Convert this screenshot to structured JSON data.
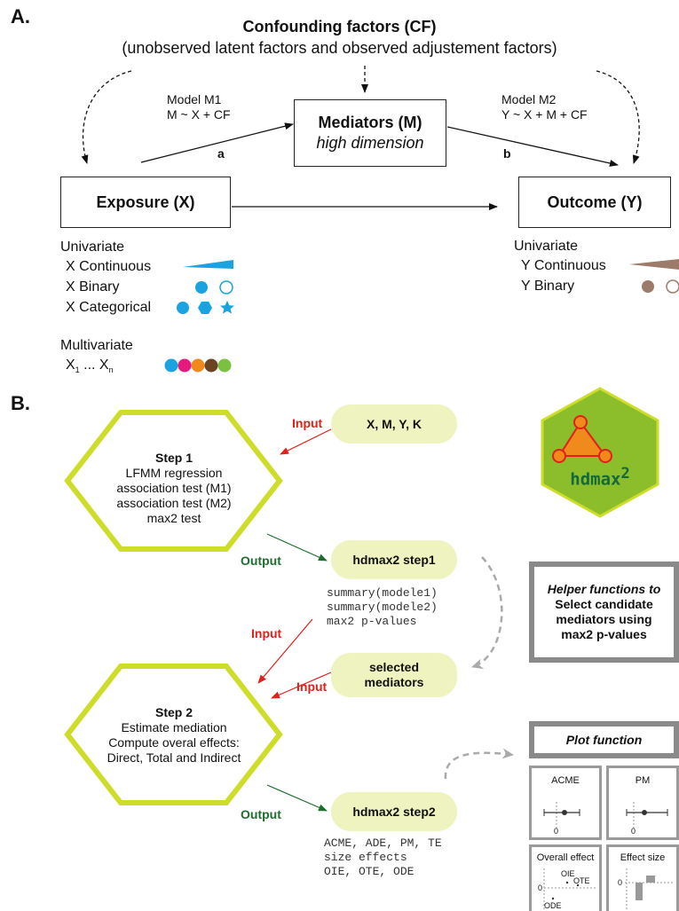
{
  "section_a": {
    "label": "A.",
    "cf_title": "Confounding factors (CF)",
    "cf_subtitle": "(unobserved latent factors and observed adjustement factors)",
    "model_m1": {
      "name": "Model M1",
      "formula": "M ~ X + CF"
    },
    "model_m2": {
      "name": "Model M2",
      "formula": "Y ~ X + M + CF"
    },
    "mediators": {
      "title": "Mediators (M)",
      "subtitle": "high dimension"
    },
    "path_a": "a",
    "path_b": "b",
    "exposure": "Exposure (X)",
    "outcome": "Outcome (Y)",
    "x_legend": {
      "univariate": "Univariate",
      "continuous": "X Continuous",
      "binary": "X Binary",
      "categorical": "X Categorical",
      "multivariate": "Multivariate",
      "x1": "X",
      "x1_sub": "1",
      "dots": " ... X",
      "xn_sub": "n",
      "x_color": "#1aa3e0",
      "multi_colors": [
        "#1aa3e0",
        "#e6197f",
        "#f08a1c",
        "#6b4423",
        "#7ac142"
      ]
    },
    "y_legend": {
      "univariate": "Univariate",
      "continuous": "Y Continuous",
      "binary": "Y Binary",
      "y_color": "#9c7b6b"
    }
  },
  "section_b": {
    "label": "B.",
    "step1": {
      "title": "Step 1",
      "lines": [
        "LFMM regression",
        "association test (M1)",
        "association test (M2)",
        "max2 test"
      ]
    },
    "step2": {
      "title": "Step 2",
      "lines": [
        "Estimate mediation",
        "Compute overal effects:",
        "Direct, Total and Indirect"
      ]
    },
    "input_pill": "X, M, Y, K",
    "step1_pill": "hdmax2 step1",
    "selected_pill_l1": "selected",
    "selected_pill_l2": "mediators",
    "step2_pill": "hdmax2 step2",
    "input_label": "Input",
    "output_label": "Output",
    "step1_outputs": "summary(modele1)\nsummary(modele2)\nmax2 p-values",
    "step2_outputs": "ACME, ADE, PM, TE\nsize effects\nOIE, OTE, ODE",
    "logo_text": "hdmax",
    "logo_sup": "2",
    "helper": {
      "line1": "Helper functions to",
      "line2": "Select candidate",
      "line3": "mediators using",
      "line4": "max2 p-values"
    },
    "plot_function": "Plot function",
    "mini_plots": {
      "acme": "ACME",
      "pm": "PM",
      "overall": "Overall effect",
      "effect_size": "Effect size",
      "zero": "0",
      "oie": "OIE",
      "ote": "OTE",
      "ode": "ODE"
    },
    "colors": {
      "pill": "#eef3bf",
      "hex_border": "#cedd2a",
      "input": "#e0201b",
      "output": "#1b6e2c",
      "logo_bg": "#8cbd2a"
    }
  }
}
